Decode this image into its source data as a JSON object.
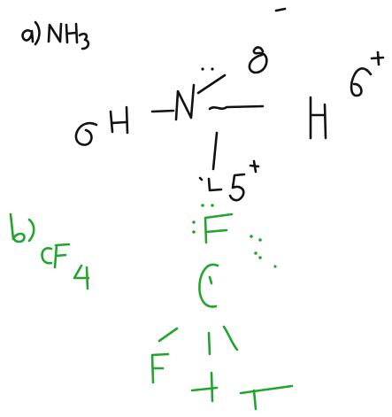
{
  "part_a": {
    "label": "a) NH3",
    "atoms": {
      "nitrogen": "N",
      "hydrogen_left": "H",
      "hydrogen_right": "H",
      "hydrogen_bottom": "L"
    },
    "partial_charges": {
      "top": "δ-",
      "left": "δ",
      "right": "δ+",
      "bottom": "δ+"
    }
  },
  "part_b": {
    "label": "b) CF4",
    "atoms": {
      "fluorine": "F",
      "carbon": "C"
    }
  },
  "colors": {
    "part_a_ink": "#111111",
    "part_b_ink": "#22a52e"
  }
}
